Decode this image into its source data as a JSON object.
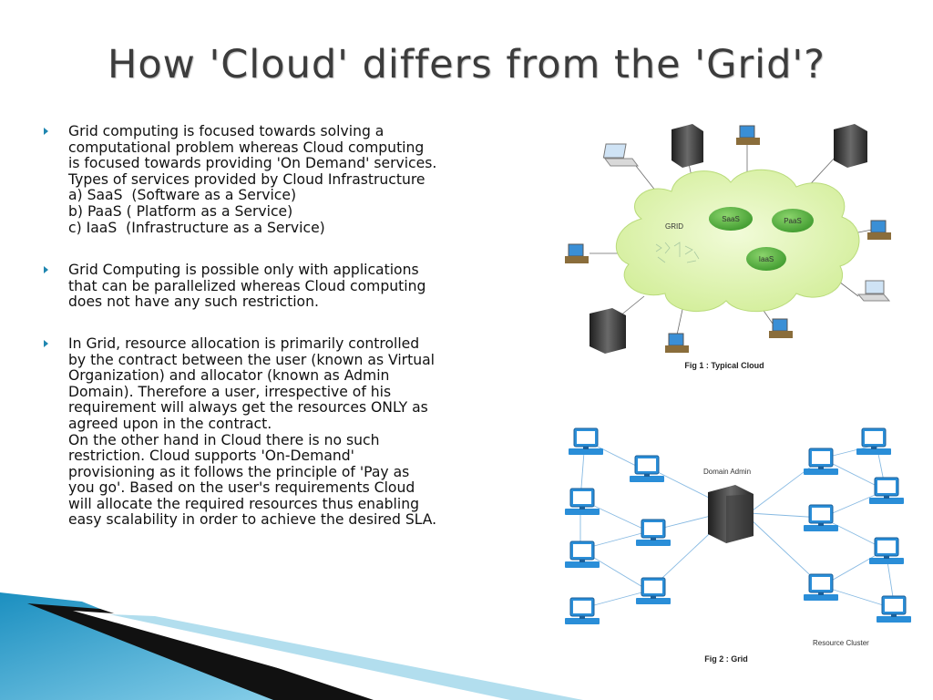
{
  "slide": {
    "title": "How 'Cloud' differs from the 'Grid'?",
    "bullets": [
      {
        "lines": [
          "Grid computing is focused towards solving a",
          "computational problem whereas Cloud computing",
          "is focused towards providing 'On Demand' services.",
          "Types of services provided by Cloud Infrastructure",
          "a) SaaS  (Software as a Service)",
          "b) PaaS ( Platform as a Service)",
          "c) IaaS  (Infrastructure as a Service)"
        ]
      },
      {
        "lines": [
          "Grid Computing is possible only with applications",
          "that can be parallelized whereas Cloud computing",
          "does not have any such restriction."
        ]
      },
      {
        "lines": [
          "In Grid, resource allocation is primarily controlled",
          "by the contract between the user (known as Virtual",
          "Organization) and allocator (known as Admin",
          "Domain). Therefore a user, irrespective of his",
          "requirement will always get the resources ONLY as",
          "agreed upon in the contract.",
          "On the other hand in Cloud there is no such",
          "restriction. Cloud supports 'On-Demand'",
          "provisioning as it follows the principle of 'Pay as",
          "you go'. Based on the user's requirements Cloud",
          "will allocate the required resources thus enabling",
          "easy scalability in order to achieve the desired SLA."
        ]
      }
    ]
  },
  "fig1": {
    "cloud_label": "GRID",
    "saas": "SaaS",
    "paas": "PaaS",
    "iaas": "IaaS",
    "caption": "Fig 1 : Typical Cloud"
  },
  "fig2": {
    "domain_admin": "Domain Admin",
    "resource_cluster": "Resource Cluster",
    "caption": "Fig 2 : Grid"
  },
  "colors": {
    "accent": "#1f86b0",
    "cloud_fill": "#d9f2a6",
    "service_green": "#4fae3a",
    "monitor_blue": "#2a8ed8"
  }
}
